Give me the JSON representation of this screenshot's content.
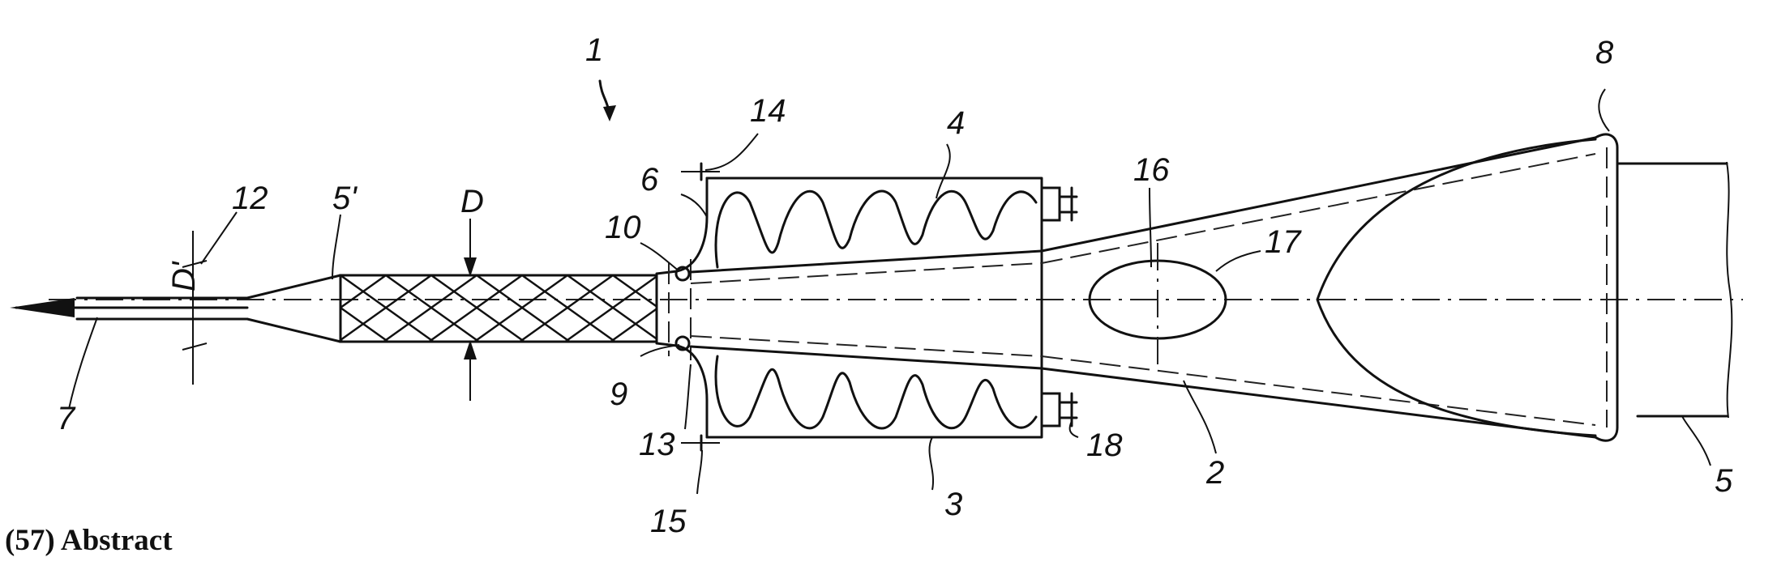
{
  "diagram": {
    "labels": {
      "l1": "1",
      "l2": "2",
      "l3": "3",
      "l4": "4",
      "l5": "5",
      "l5p": "5'",
      "l6": "6",
      "l7": "7",
      "l8": "8",
      "l9": "9",
      "l10": "10",
      "l12": "12",
      "l13": "13",
      "l14": "14",
      "l15": "15",
      "l16": "16",
      "l17": "17",
      "l18": "18",
      "lD": "D",
      "lDp": "D'"
    }
  },
  "abstract_heading": "(57) Abstract"
}
